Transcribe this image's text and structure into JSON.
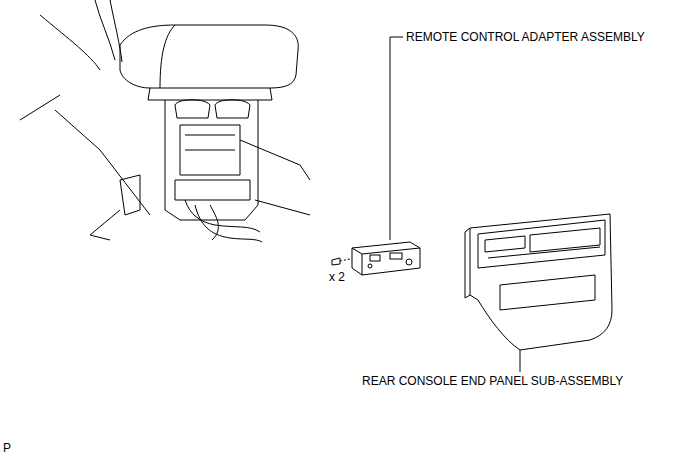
{
  "diagram": {
    "labels": [
      "REMOTE CONTROL ADAPTER ASSEMBLY",
      "x 2",
      "REAR CONSOLE END PANEL SUB-ASSEMBLY",
      "P"
    ]
  }
}
